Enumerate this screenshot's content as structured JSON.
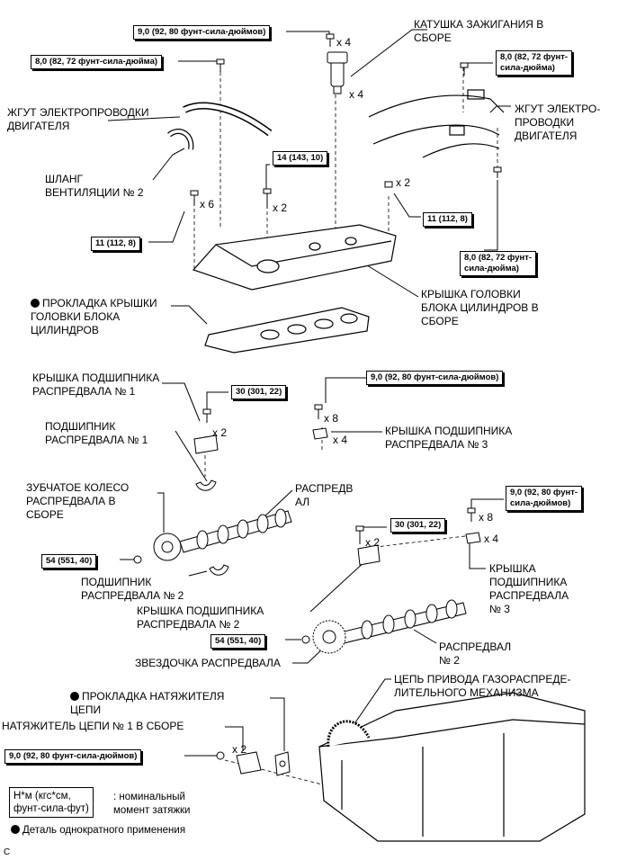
{
  "labels": {
    "ignition_coil": "КАТУШКА ЗАЖИГАНИЯ В\nСБОРЕ",
    "harness_left": "ЖГУТ ЭЛЕКТРОПРОВОДКИ\nДВИГАТЕЛЯ",
    "harness_right": "ЖГУТ ЭЛЕКТРО-\nПРОВОДКИ\nДВИГАТЕЛЯ",
    "vent_hose": "ШЛАНГ\nВЕНТИЛЯЦИИ № 2",
    "cover_gasket": "ПРОКЛАДКА КРЫШКИ\nГОЛОВКИ БЛОКА\nЦИЛИНДРОВ",
    "head_cover": "КРЫШКА ГОЛОВКИ\nБЛОКА ЦИЛИНДРОВ В\nСБОРЕ",
    "bearing_cap_1": "КРЫШКА ПОДШИПНИКА\nРАСПРЕДВАЛА № 1",
    "bearing_1": "ПОДШИПНИК\nРАСПРЕДВАЛА № 1",
    "bearing_cap_3a": "КРЫШКА ПОДШИПНИКА\nРАСПРЕДВАЛА № 3",
    "cam_gear": "ЗУБЧАТОЕ КОЛЕСО\nРАСПРЕДВАЛА В\nСБОРЕ",
    "camshaft": "РАСПРЕДВ\nАЛ",
    "bearing_2": "ПОДШИПНИК\nРАСПРЕДВАЛА № 2",
    "bearing_cap_3b": "КРЫШКА\nПОДШИПНИКА\nРАСПРЕДВАЛА\n№ 3",
    "bearing_cap_2": "КРЫШКА ПОДШИПНИКА\nРАСПРЕДВАЛА № 2",
    "camshaft_2": "РАСПРЕДВАЛ\n№ 2",
    "sprocket": "ЗВЕЗДОЧКА РАСПРЕДВАЛА",
    "tensioner_gasket": "ПРОКЛАДКА НАТЯЖИТЕЛЯ\nЦЕПИ",
    "timing_chain": "ЦЕПЬ ПРИВОДА ГАЗОРАСПРЕДЕ-\nЛИТЕЛЬНОГО МЕХАНИЗМА",
    "tensioner": "НАТЯЖИТЕЛЬ ЦЕПИ № 1 В СБОРЕ"
  },
  "torques": {
    "t_coil": "9,0 (92, 80 фунт-сила-дюймов)",
    "t_harness_l": "8,0 (82, 72 фунт-сила-дюйма)",
    "t_harness_r": "8,0 (82, 72 фунт-\nсила-дюйма)",
    "t_cover_center": "14 (143, 10)",
    "t_cover_left": "11 (112, 8)",
    "t_cover_right": "11 (112, 8)",
    "t_harness_r2": "8,0 (82, 72 фунт-\nсила-дюйма)",
    "t_cap1": "30 (301, 22)",
    "t_cap3a": "9,0 (92, 80 фунт-сила-дюймов)",
    "t_cap3b": "9,0 (92, 80 фунт-\nсила-дюймов)",
    "t_cap2": "30 (301, 22)",
    "t_gear": "54 (551, 40)",
    "t_sprocket": "54 (551, 40)",
    "t_tensioner": "9,0 (92, 80 фунт-сила-дюймов)"
  },
  "quantities": {
    "q_coil_bolt": "x 4",
    "q_coil": "x 4",
    "q_cover_left": "x 6",
    "q_cover_center": "x 2",
    "q_cover_right": "x 2",
    "q_cap1": "x 2",
    "q_cap3a_bolt": "x 8",
    "q_cap3a": "x 4",
    "q_cap3b_bolt": "x 8",
    "q_cap3b": "x 4",
    "q_cap2": "x 2",
    "q_tensioner": "x 2"
  },
  "legend": {
    "unit_box": "Н*м (кгс*см,\nфунт-сила-фут)",
    "unit_desc": ": номинальный\nмомент затяжки",
    "single_use": "Деталь однократного применения"
  },
  "figure_code": "C"
}
